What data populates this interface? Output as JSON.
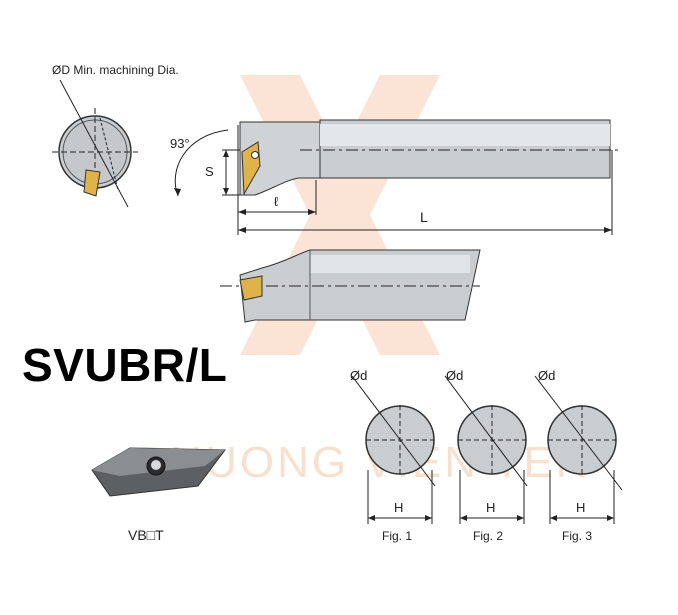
{
  "labels": {
    "min_dia": "ØD Min. machining Dia.",
    "angle": "93°",
    "s": "S",
    "l_small": "ℓ",
    "l_big": "L",
    "model": "SVUBR/L",
    "od1": "Ød",
    "od2": "Ød",
    "od3": "Ød",
    "h1": "H",
    "h2": "H",
    "h3": "H",
    "fig1": "Fig. 1",
    "fig2": "Fig. 2",
    "fig3": "Fig. 3",
    "insert": "VB□T"
  },
  "watermark": {
    "text": "PHUONG VIEN TEK",
    "color": "#f2c7a6"
  },
  "colors": {
    "tool": "#c9cdd0",
    "insert": "#e0b24a",
    "line": "#222222"
  }
}
